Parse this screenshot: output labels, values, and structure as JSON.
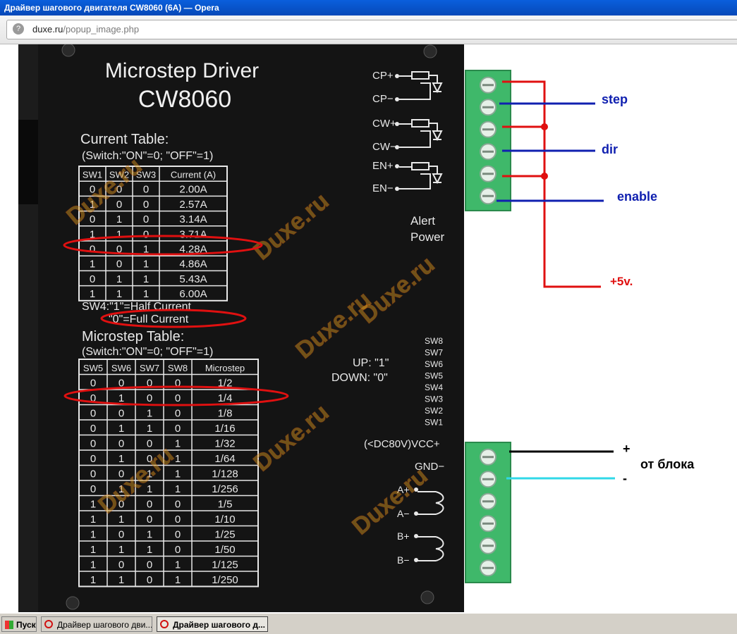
{
  "window": {
    "title": "Драйвер шагового двигателя CW8060 (6A) — Opera"
  },
  "address": {
    "domain": "duxe.ru",
    "path": "/popup_image.php"
  },
  "device": {
    "title1": "Microstep  Driver",
    "title2": "CW8060",
    "current_table": {
      "title": "Current  Table:",
      "note": "(Switch:\"ON\"=0; \"OFF\"=1)",
      "headers": [
        "SW1",
        "SW2",
        "SW3",
        "Current (A)"
      ],
      "rows": [
        [
          "0",
          "0",
          "0",
          "2.00A"
        ],
        [
          "1",
          "0",
          "0",
          "2.57A"
        ],
        [
          "0",
          "1",
          "0",
          "3.14A"
        ],
        [
          "1",
          "1",
          "0",
          "3.71A"
        ],
        [
          "0",
          "0",
          "1",
          "4.28A"
        ],
        [
          "1",
          "0",
          "1",
          "4.86A"
        ],
        [
          "0",
          "1",
          "1",
          "5.43A"
        ],
        [
          "1",
          "1",
          "1",
          "6.00A"
        ]
      ]
    },
    "sw4_line1": "SW4:\"1\"=Half  Current",
    "sw4_line2": "\"0\"=Full  Current",
    "microstep_table": {
      "title": "Microstep Table:",
      "note": "(Switch:\"ON\"=0; \"OFF\"=1)",
      "headers": [
        "SW5",
        "SW6",
        "SW7",
        "SW8",
        "Microstep"
      ],
      "rows": [
        [
          "0",
          "0",
          "0",
          "0",
          "1/2"
        ],
        [
          "0",
          "1",
          "0",
          "0",
          "1/4"
        ],
        [
          "0",
          "0",
          "1",
          "0",
          "1/8"
        ],
        [
          "0",
          "1",
          "1",
          "0",
          "1/16"
        ],
        [
          "0",
          "0",
          "0",
          "1",
          "1/32"
        ],
        [
          "0",
          "1",
          "0",
          "1",
          "1/64"
        ],
        [
          "0",
          "0",
          "1",
          "1",
          "1/128"
        ],
        [
          "0",
          "1",
          "1",
          "1",
          "1/256"
        ],
        [
          "1",
          "0",
          "0",
          "0",
          "1/5"
        ],
        [
          "1",
          "1",
          "0",
          "0",
          "1/10"
        ],
        [
          "1",
          "0",
          "1",
          "0",
          "1/25"
        ],
        [
          "1",
          "1",
          "1",
          "0",
          "1/50"
        ],
        [
          "1",
          "0",
          "0",
          "1",
          "1/125"
        ],
        [
          "1",
          "1",
          "0",
          "1",
          "1/250"
        ]
      ]
    },
    "inputs": [
      "CP+",
      "CP−",
      "CW+",
      "CW−",
      "EN+",
      "EN−"
    ],
    "alert": "Alert",
    "power": "Power",
    "switches": [
      "SW8",
      "SW7",
      "SW6",
      "SW5",
      "SW4",
      "SW3",
      "SW2",
      "SW1"
    ],
    "up": "UP:   \"1\"",
    "down": "DOWN:   \"0\"",
    "vcc": "(<DC80V)VCC+",
    "gnd": "GND−",
    "motor": [
      "A+",
      "A−",
      "B+",
      "B−"
    ]
  },
  "watermark": "Duxe.ru",
  "annotations": {
    "step": "step",
    "dir": "dir",
    "enable": "enable",
    "plus5v": "+5v.",
    "plus": "+",
    "minus": "-",
    "from_block": "от блока"
  },
  "taskbar": {
    "start": "Пуск",
    "items": [
      "Драйвер шагового дви...",
      "Драйвер шагового д..."
    ]
  },
  "colors": {
    "red": "#e01010",
    "blue": "#1020b0",
    "cyan": "#30d8e8",
    "terminal": "#3fb86a",
    "panel": "#121212"
  }
}
